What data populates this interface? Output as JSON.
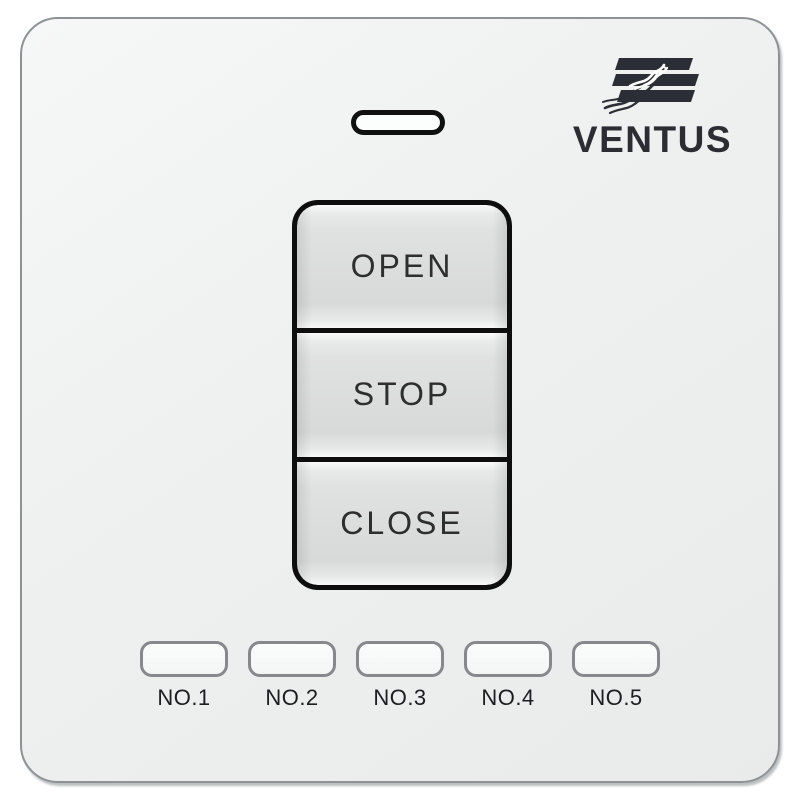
{
  "brand": {
    "name": "VENTUS",
    "icon": "blinds-with-wind-icon",
    "text_color": "#2b2d33"
  },
  "indicator": {
    "icon": "status-window-pill"
  },
  "main_buttons": [
    {
      "label": "OPEN"
    },
    {
      "label": "STOP"
    },
    {
      "label": "CLOSE"
    }
  ],
  "channels": [
    {
      "label": "NO.1"
    },
    {
      "label": "NO.2"
    },
    {
      "label": "NO.3"
    },
    {
      "label": "NO.4"
    },
    {
      "label": "NO.5"
    }
  ],
  "colors": {
    "panel_border": "#8d9295",
    "keypad_border": "#0e0e0e",
    "key_text": "#2e2e2e",
    "channel_border": "#85898c",
    "channel_label_text": "#1d1d1f",
    "background": "#ffffff"
  }
}
